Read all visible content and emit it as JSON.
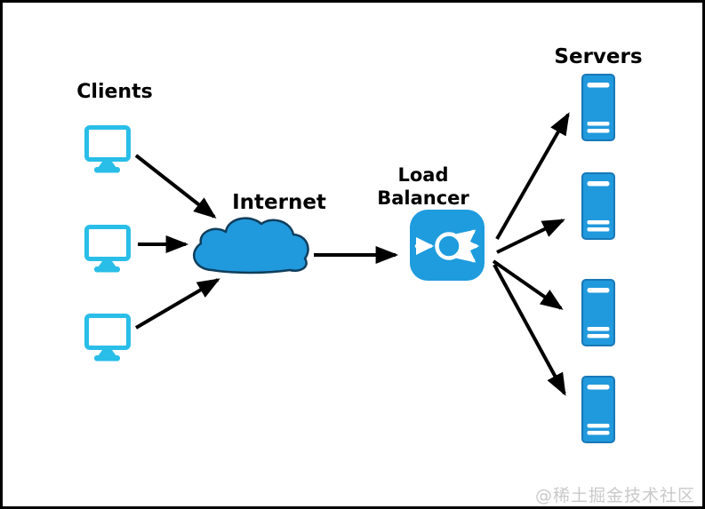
{
  "diagram": {
    "type": "architecture-flow",
    "nodes": {
      "clients": {
        "label": "Clients",
        "count": 3,
        "icon": "desktop-monitor"
      },
      "internet": {
        "label": "Internet",
        "icon": "cloud"
      },
      "load_balancer": {
        "label": "Load Balancer",
        "icon": "load-balancer-distributor"
      },
      "servers": {
        "label": "Servers",
        "count": 4,
        "icon": "server-tower"
      }
    },
    "edges": [
      {
        "from": "client-1",
        "to": "internet"
      },
      {
        "from": "client-2",
        "to": "internet"
      },
      {
        "from": "client-3",
        "to": "internet"
      },
      {
        "from": "internet",
        "to": "load-balancer"
      },
      {
        "from": "load-balancer",
        "to": "server-1"
      },
      {
        "from": "load-balancer",
        "to": "server-2"
      },
      {
        "from": "load-balancer",
        "to": "server-3"
      },
      {
        "from": "load-balancer",
        "to": "server-4"
      }
    ],
    "colors": {
      "monitor_cyan": "#29BEE8",
      "node_blue": "#2199DD",
      "node_blue_border": "#1878B7",
      "cloud_outline": "#0F3E5C",
      "arrow_black": "#000000",
      "label_text": "#000000",
      "watermark_gray": "#C9C9C9",
      "background": "#FFFFFF"
    }
  },
  "watermark": "@稀土掘金技术社区"
}
